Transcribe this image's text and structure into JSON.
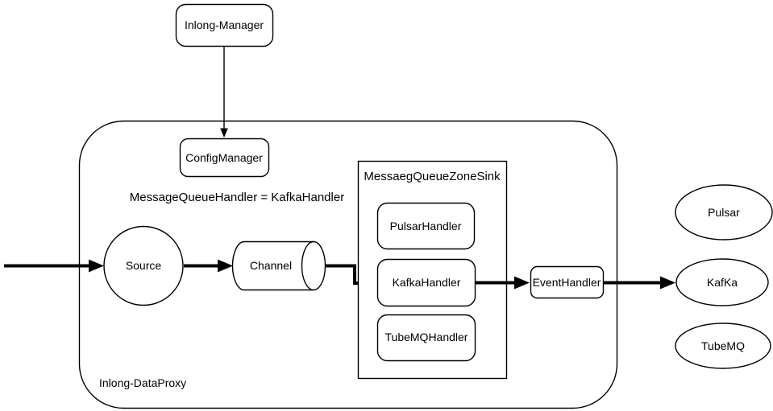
{
  "diagram": {
    "title_nodes": {
      "inlong_manager": "Inlong-Manager",
      "config_manager": "ConfigManager",
      "source": "Source",
      "channel": "Channel",
      "event_handler": "EventHandler"
    },
    "annotation": "MessageQueueHandler = KafkaHandler",
    "sink_group": {
      "title": "MessaegQueueZoneSink",
      "handlers": {
        "pulsar": "PulsarHandler",
        "kafka": "KafkaHandler",
        "tubemq": "TubeMQHandler"
      }
    },
    "mq_targets": {
      "pulsar": "Pulsar",
      "kafka": "KafKa",
      "tubemq": "TubeMQ"
    },
    "container_label": "Inlong-DataProxy",
    "colors": {
      "annotation_red": "#ff0000",
      "active_handler_blue": "#0b00f0",
      "shape_stroke": "#000000",
      "background": "#ffffff"
    }
  }
}
